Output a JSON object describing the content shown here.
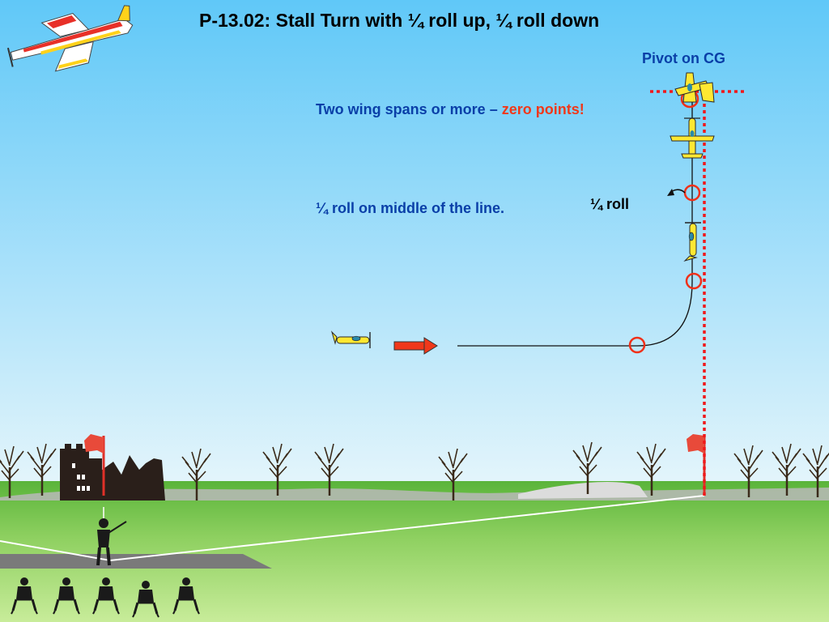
{
  "title": "P-13.02: Stall Turn with ¼  roll up, ¼  roll down",
  "pivot_label": "Pivot on CG",
  "note_spans": {
    "prefix": "Two wing spans or more – ",
    "highlight": "zero points!"
  },
  "note_roll_middle": "¼  roll on middle of the line.",
  "roll_label": "¼ roll",
  "colors": {
    "sky_top": "#60c8f8",
    "sky_bottom": "#e4f5fb",
    "grass": "#9ed866",
    "accent_red": "#f0381a",
    "label_blue": "#0a3fa8",
    "plane_yellow": "#ffe832"
  },
  "icons": [
    "aerobatic-plane-logo",
    "small-plane-icon",
    "direction-arrow-icon",
    "flag-icon",
    "pilot-silhouette",
    "spectator-silhouette",
    "castle-silhouette",
    "tree-silhouette"
  ]
}
